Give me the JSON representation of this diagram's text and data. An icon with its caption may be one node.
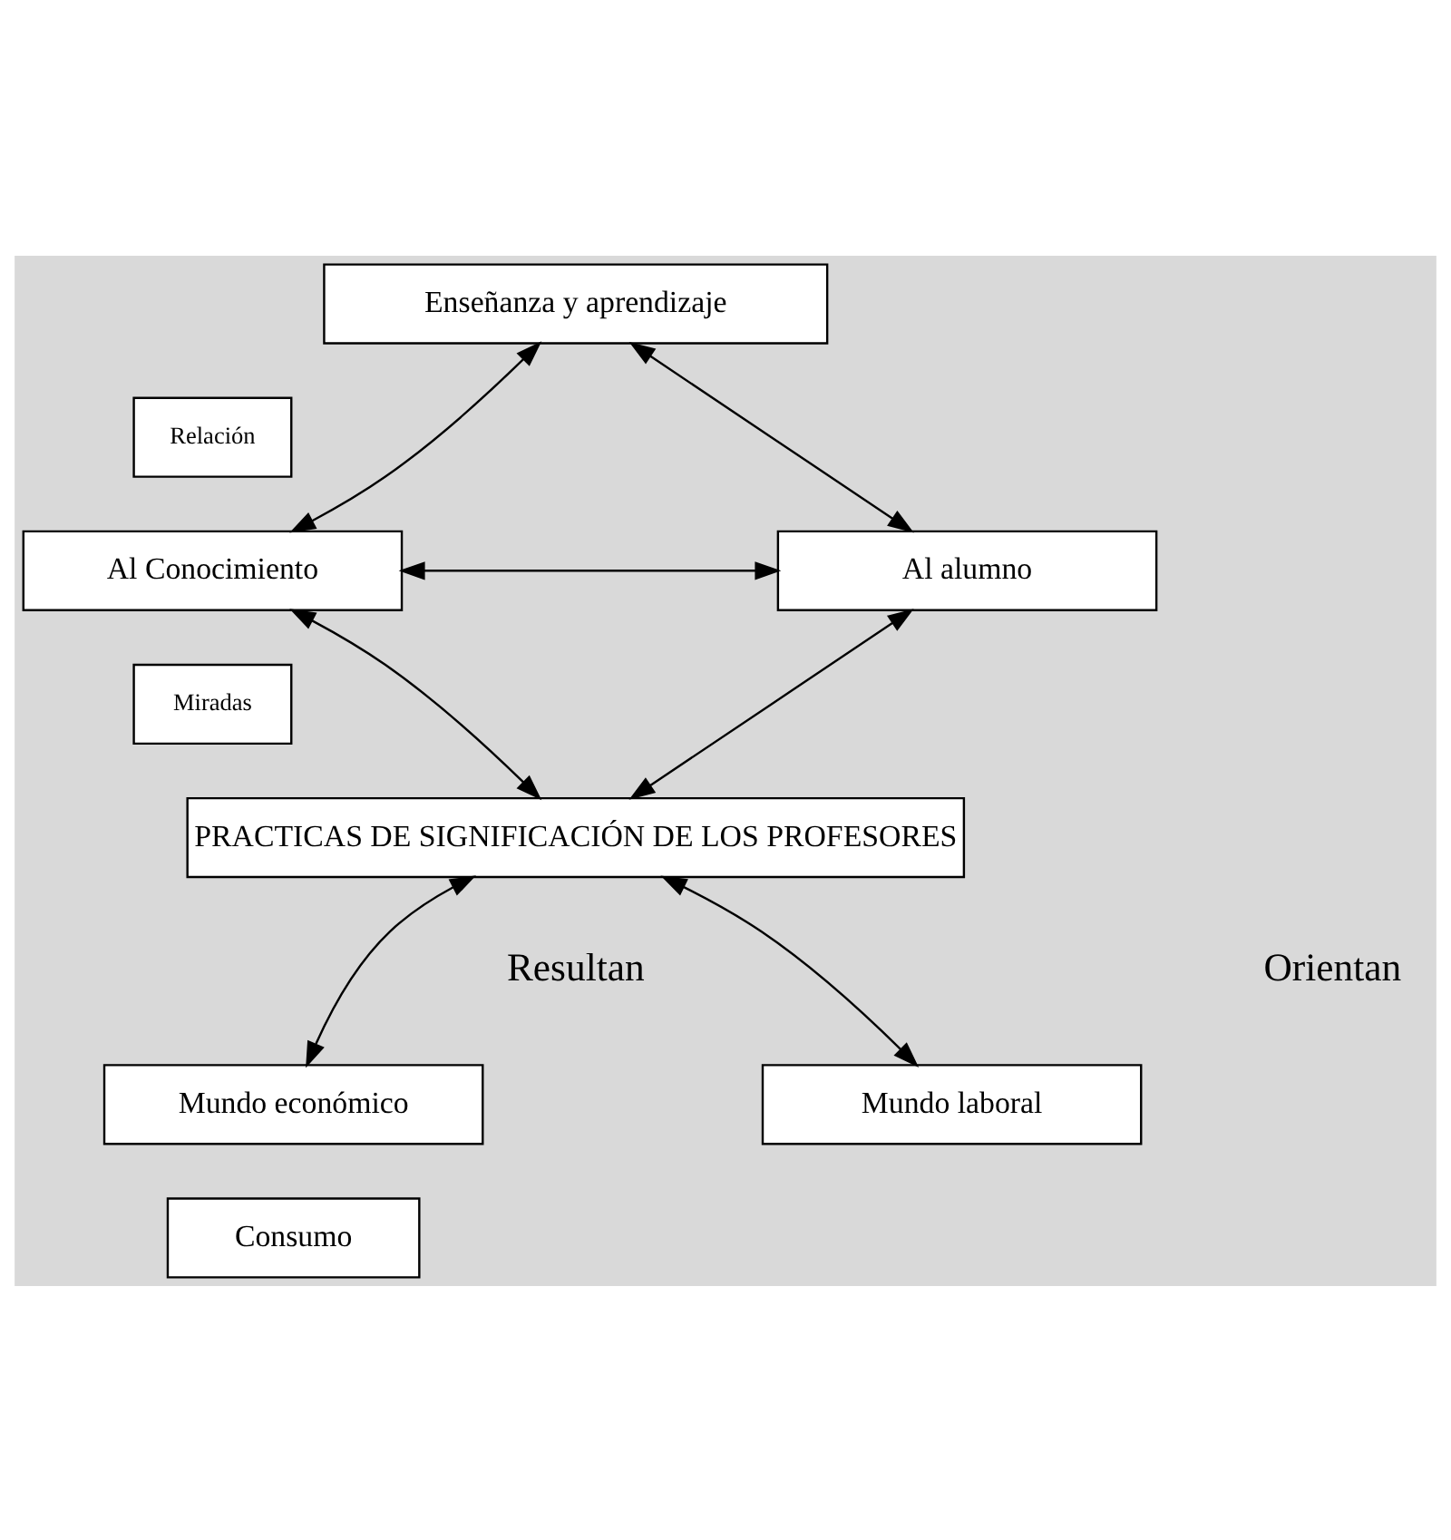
{
  "diagram": {
    "nodes": [
      {
        "text": [
          "Enseñanza y aprendizaje"
        ]
      },
      {
        "text": [
          "Relación"
        ]
      },
      {
        "text": [
          "Al Conocimiento"
        ]
      },
      {
        "text": [
          "Al alumno"
        ]
      },
      {
        "text": [
          "Miradas"
        ]
      },
      {
        "text": [
          "PRACTICAS DE SIGNIFICACIÓN DE LOS PROFESORES"
        ]
      },
      {
        "text": [
          "Mundo económico"
        ]
      },
      {
        "text": [
          "Mundo laboral"
        ]
      },
      {
        "text": [
          "Consumo"
        ]
      }
    ],
    "edges": [
      {
        "from": 0,
        "to": 2,
        "arrow": "both"
      },
      {
        "from": 0,
        "to": 3,
        "arrow": "both"
      },
      {
        "from": 2,
        "to": 3,
        "arrow": "both"
      },
      {
        "from": 2,
        "to": 5,
        "arrow": "both"
      },
      {
        "from": 3,
        "to": 5,
        "arrow": "both"
      },
      {
        "from": 5,
        "to": 6,
        "arrow": "both"
      },
      {
        "from": 5,
        "to": 7,
        "arrow": "both"
      }
    ],
    "labels": [
      "Resultan",
      "Orientan"
    ]
  }
}
